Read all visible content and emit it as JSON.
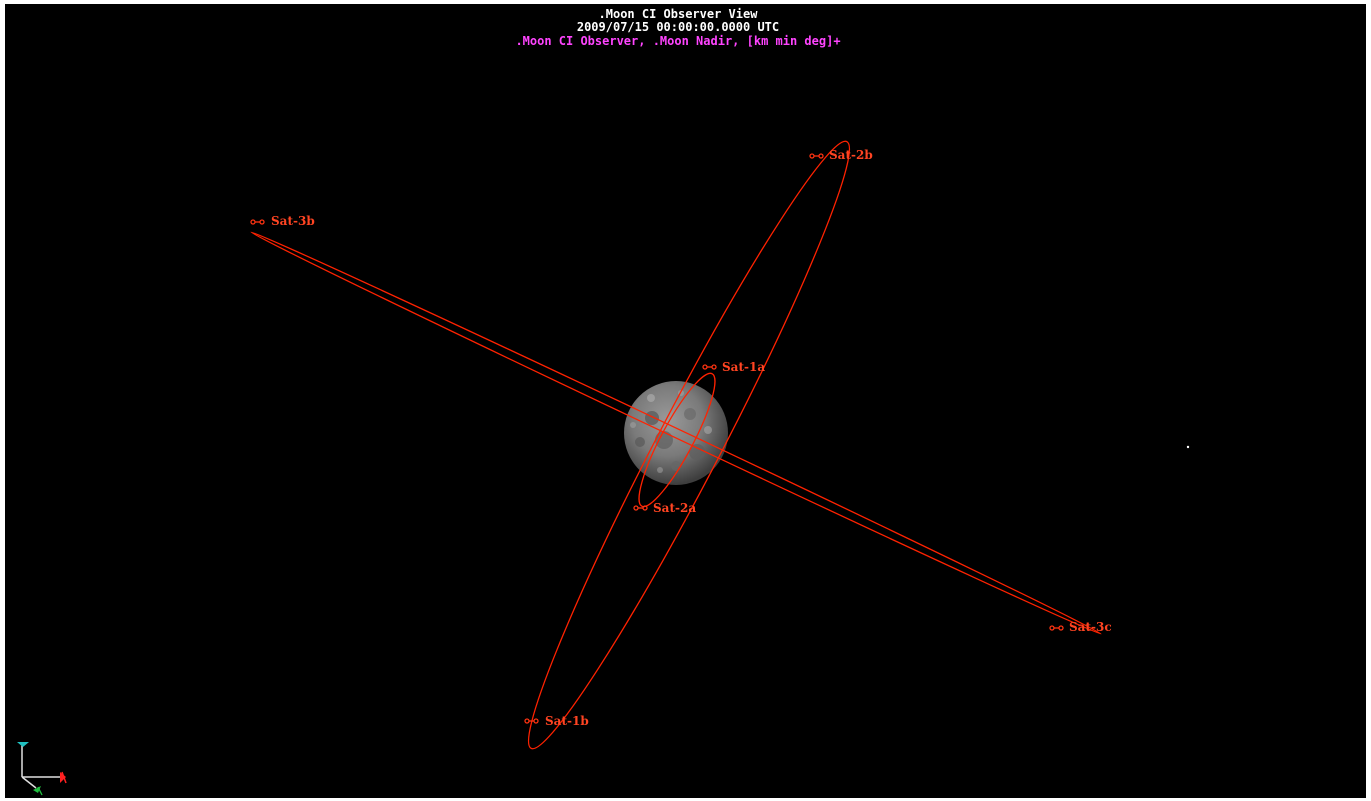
{
  "header": {
    "title": ".Moon CI Observer View",
    "datetime": "2009/07/15 00:00:00.0000 UTC",
    "subtitle": ".Moon CI Observer, .Moon Nadir,  [km min deg]+"
  },
  "satellites": [
    {
      "id": "sat-1a",
      "label": "Sat-1a"
    },
    {
      "id": "sat-1b",
      "label": "Sat-1b"
    },
    {
      "id": "sat-2a",
      "label": "Sat-2a"
    },
    {
      "id": "sat-2b",
      "label": "Sat-2b"
    },
    {
      "id": "sat-3b",
      "label": "Sat-3b"
    },
    {
      "id": "sat-3c",
      "label": "Sat-3c"
    }
  ],
  "central_body": "moon",
  "colors": {
    "background": "#000000",
    "title": "#ffffff",
    "subtitle": "#ff44ff",
    "orbit": "#ff2200",
    "label": "#ff4422",
    "axis_x": "#ff2020",
    "axis_y": "#20c040",
    "axis_z": "#20c0c0"
  }
}
